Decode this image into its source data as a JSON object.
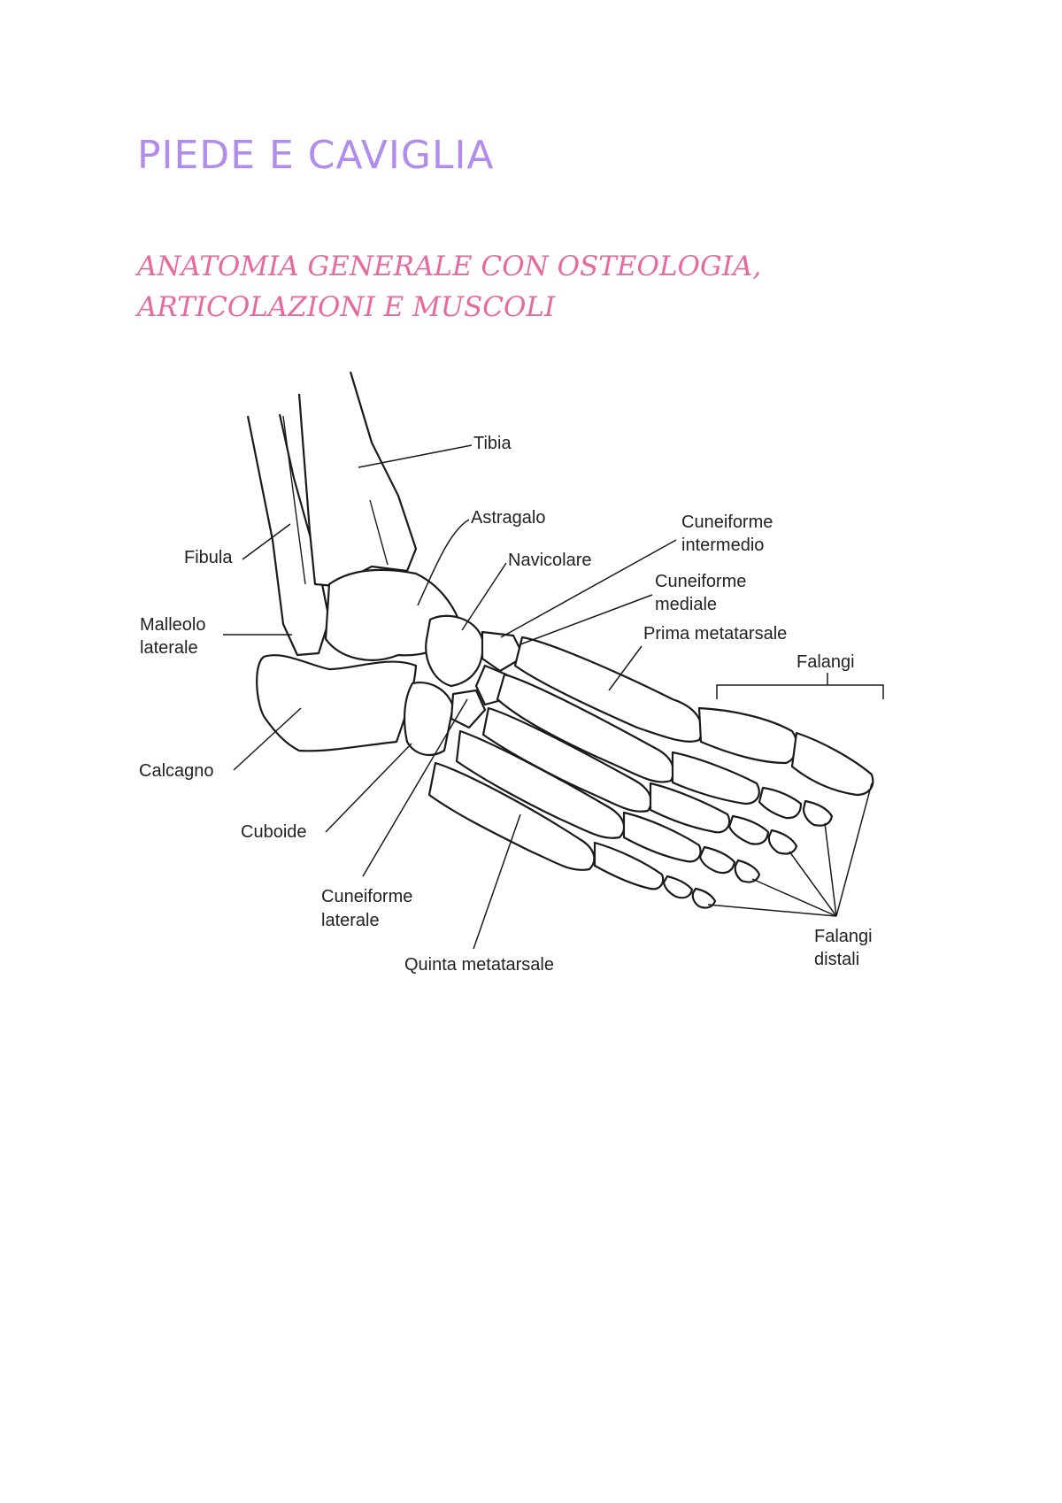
{
  "title": "PIEDE E CAVIGLIA",
  "subtitle_lines": [
    "ANATOMIA GENERALE CON OSTEOLOGIA,",
    "ARTICOLAZIONI E MUSCOLI"
  ],
  "labels": {
    "tibia": "Tibia",
    "astragalo": "Astragalo",
    "fibula": "Fibula",
    "navicolare": "Navicolare",
    "cuneiforme_intermedio": [
      "Cuneiforme",
      "intermedio"
    ],
    "cuneiforme_mediale": [
      "Cuneiforme",
      "mediale"
    ],
    "prima_metatarsale": "Prima metatarsale",
    "falangi": "Falangi",
    "malleolo_laterale": [
      "Malleolo",
      "laterale"
    ],
    "calcagno": "Calcagno",
    "cuboide": "Cuboide",
    "cuneiforme_laterale": [
      "Cuneiforme",
      "laterale"
    ],
    "quinta_metatarsale": "Quinta metatarsale",
    "falangi_distali": [
      "Falangi",
      "distali"
    ]
  }
}
